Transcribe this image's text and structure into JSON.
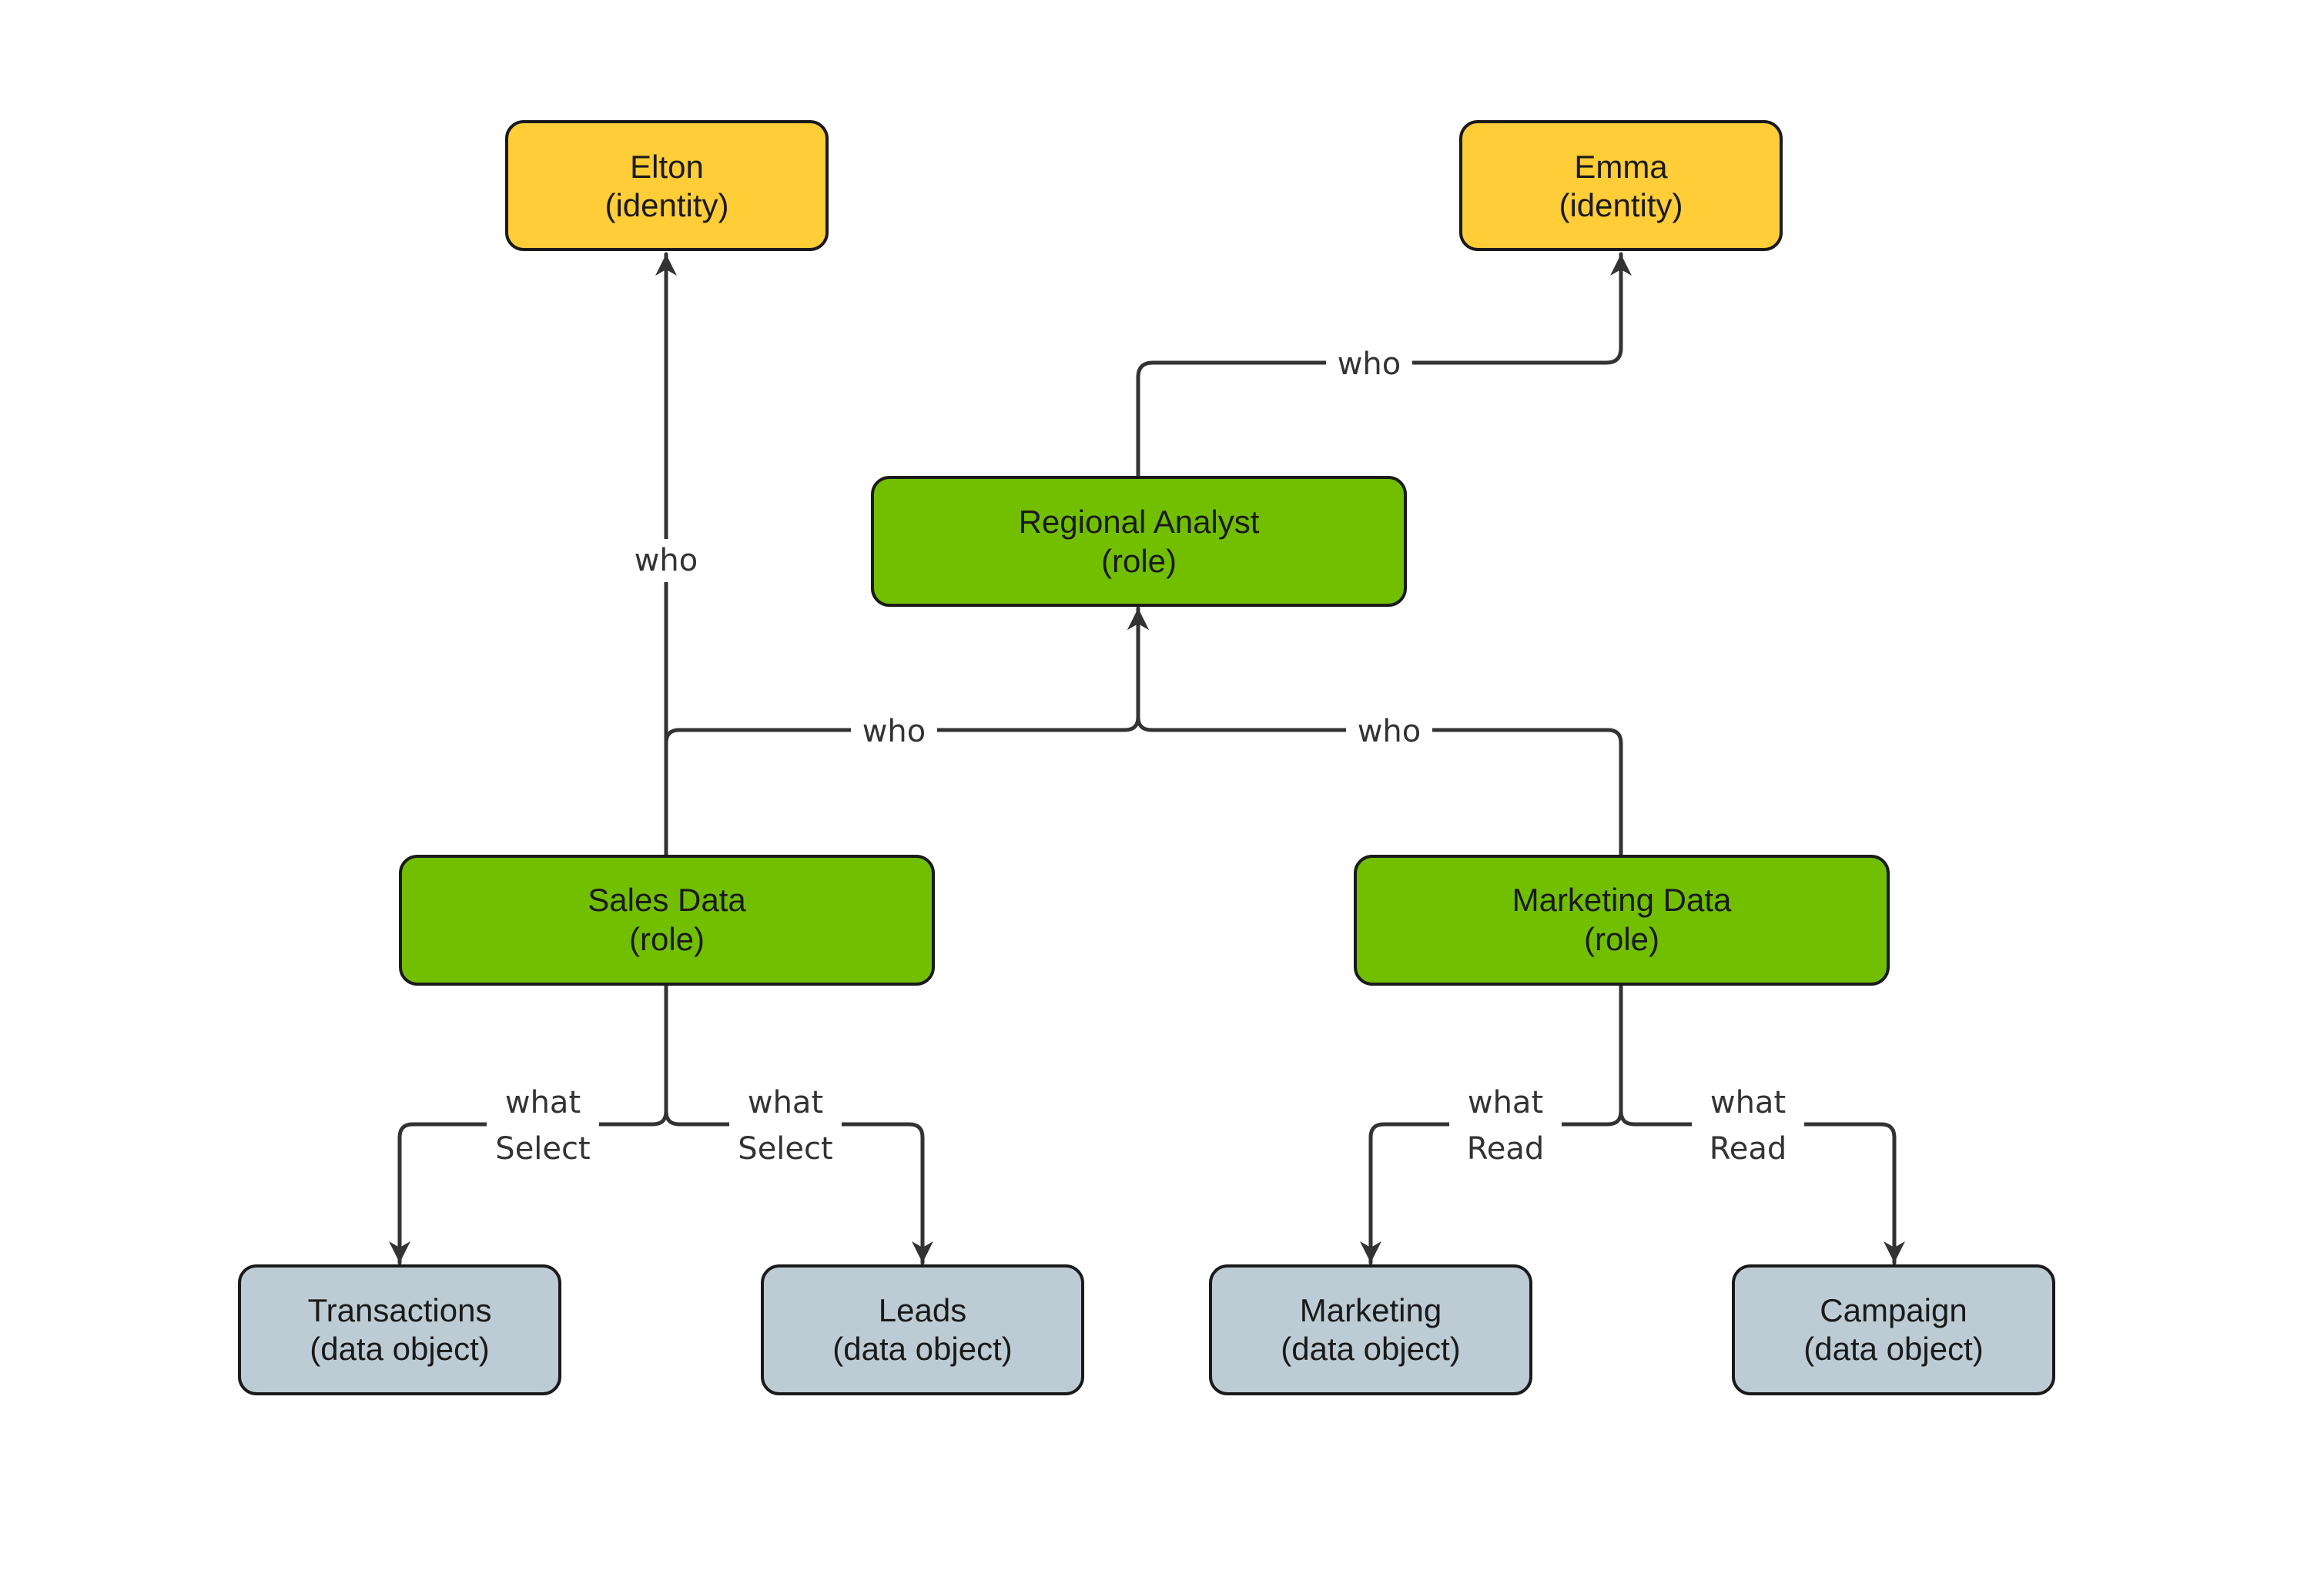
{
  "colors": {
    "identity": "#FFCD38",
    "role": "#72BF00",
    "data_object": "#BDCCD4",
    "border": "#1a1a1a",
    "edge": "#333333"
  },
  "nodes": {
    "elton": {
      "title": "Elton",
      "sub": "(identity)"
    },
    "emma": {
      "title": "Emma",
      "sub": "(identity)"
    },
    "regional_analyst": {
      "title": "Regional Analyst",
      "sub": "(role)"
    },
    "sales_data": {
      "title": "Sales Data",
      "sub": "(role)"
    },
    "marketing_data": {
      "title": "Marketing Data",
      "sub": "(role)"
    },
    "transactions": {
      "title": "Transactions",
      "sub": "(data object)"
    },
    "leads": {
      "title": "Leads",
      "sub": "(data object)"
    },
    "marketing": {
      "title": "Marketing",
      "sub": "(data object)"
    },
    "campaign": {
      "title": "Campaign",
      "sub": "(data object)"
    }
  },
  "edges": {
    "sales_to_elton": {
      "label": "who"
    },
    "analyst_to_emma": {
      "label": "who"
    },
    "sales_to_analyst": {
      "label": "who"
    },
    "marketing_to_analyst": {
      "label": "who"
    },
    "sales_to_transactions": {
      "label": "what",
      "sub": "Select"
    },
    "sales_to_leads": {
      "label": "what",
      "sub": "Select"
    },
    "marketing_to_marketing": {
      "label": "what",
      "sub": "Read"
    },
    "marketing_to_campaign": {
      "label": "what",
      "sub": "Read"
    }
  }
}
